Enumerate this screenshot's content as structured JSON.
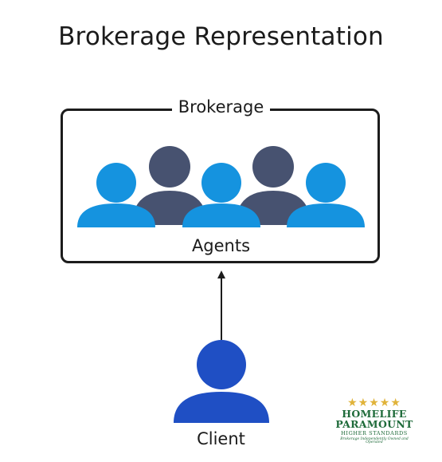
{
  "title": "Brokerage Representation",
  "brokerage_label": "Brokerage",
  "agents_label": "Agents",
  "client_label": "Client",
  "logo": {
    "line1": "HOMELIFE",
    "line2": "PARAMOUNT",
    "line3": "HIGHER STANDARDS",
    "line4": "Brokerage Independently Owned and Operated"
  },
  "colors": {
    "agent_light": "#1593df",
    "agent_dark": "#475270",
    "client": "#1f4fc4",
    "frame": "#1c1c1c",
    "logo_green": "#1f6b3a",
    "logo_gold": "#e0b33a"
  }
}
